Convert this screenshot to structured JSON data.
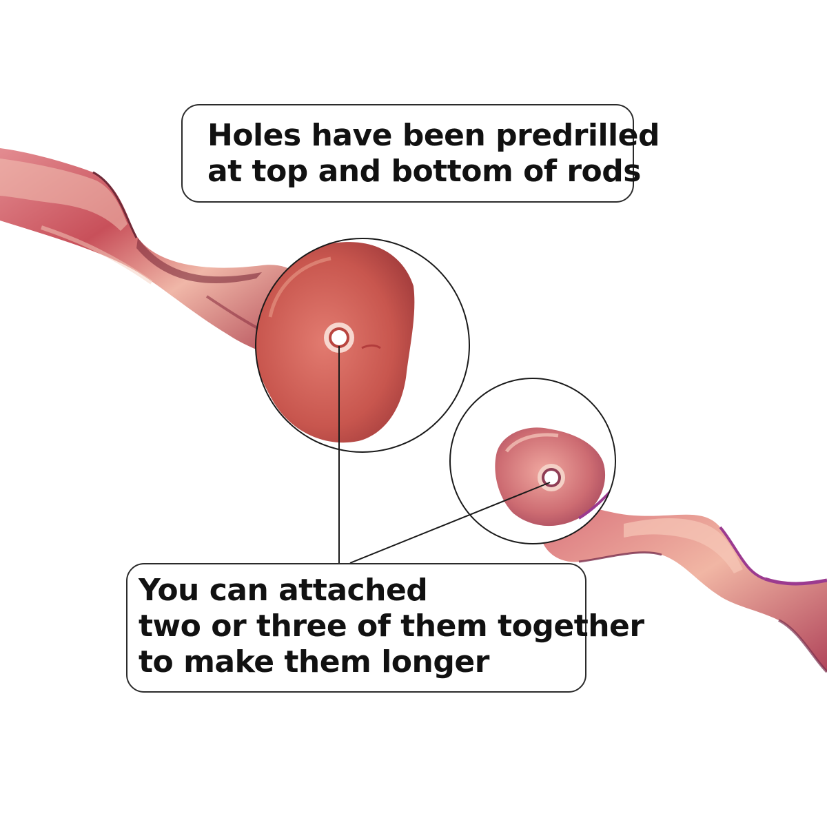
{
  "callouts": {
    "top": {
      "lines": [
        "Holes have been predrilled",
        "at top and bottom of rods"
      ]
    },
    "bottom": {
      "lines": [
        "You can attached",
        "two or three of them together",
        "to make them longer"
      ]
    }
  },
  "colors": {
    "background": "#ffffff",
    "rod_base": "#c85a5e",
    "rod_highlight": "#f2b3a6",
    "rod_shadow": "#8a2f3c",
    "rod_purple_edge": "#9b3a8f",
    "outline": "#1a1a1a"
  },
  "icons": [
    "magnifier-circle-large",
    "magnifier-circle-small",
    "drilled-hole"
  ]
}
